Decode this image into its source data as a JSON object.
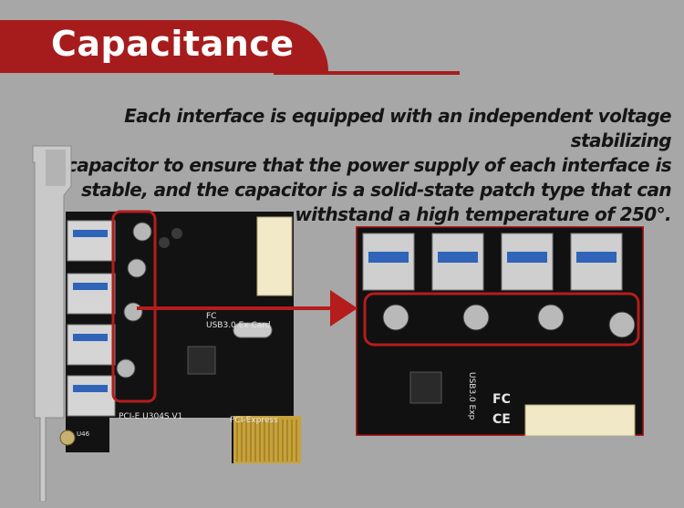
{
  "banner": {
    "title": "Capacitance"
  },
  "description": {
    "lines": [
      "Each interface is equipped with an independent voltage stabilizing",
      "capacitor to ensure that the power supply of each interface is",
      "stable, and the capacitor is a solid-state patch type that can",
      "withstand a high temperature of 250°."
    ]
  },
  "left_board": {
    "model_label": "PCI-E U304S.V1",
    "bus_label": "PCI-Express",
    "card_label": "USB3.0 Ex    Card",
    "u46_label": "U46",
    "fc_mark": "FC"
  },
  "right_board": {
    "vertical_label": "USB3.0 Exp",
    "fc_mark": "FC",
    "ce_mark": "CE"
  },
  "colors": {
    "accent": "#a61c1c",
    "background": "#a7a7a7",
    "pcb": "#111111",
    "usb_blue": "#2f64b8"
  }
}
